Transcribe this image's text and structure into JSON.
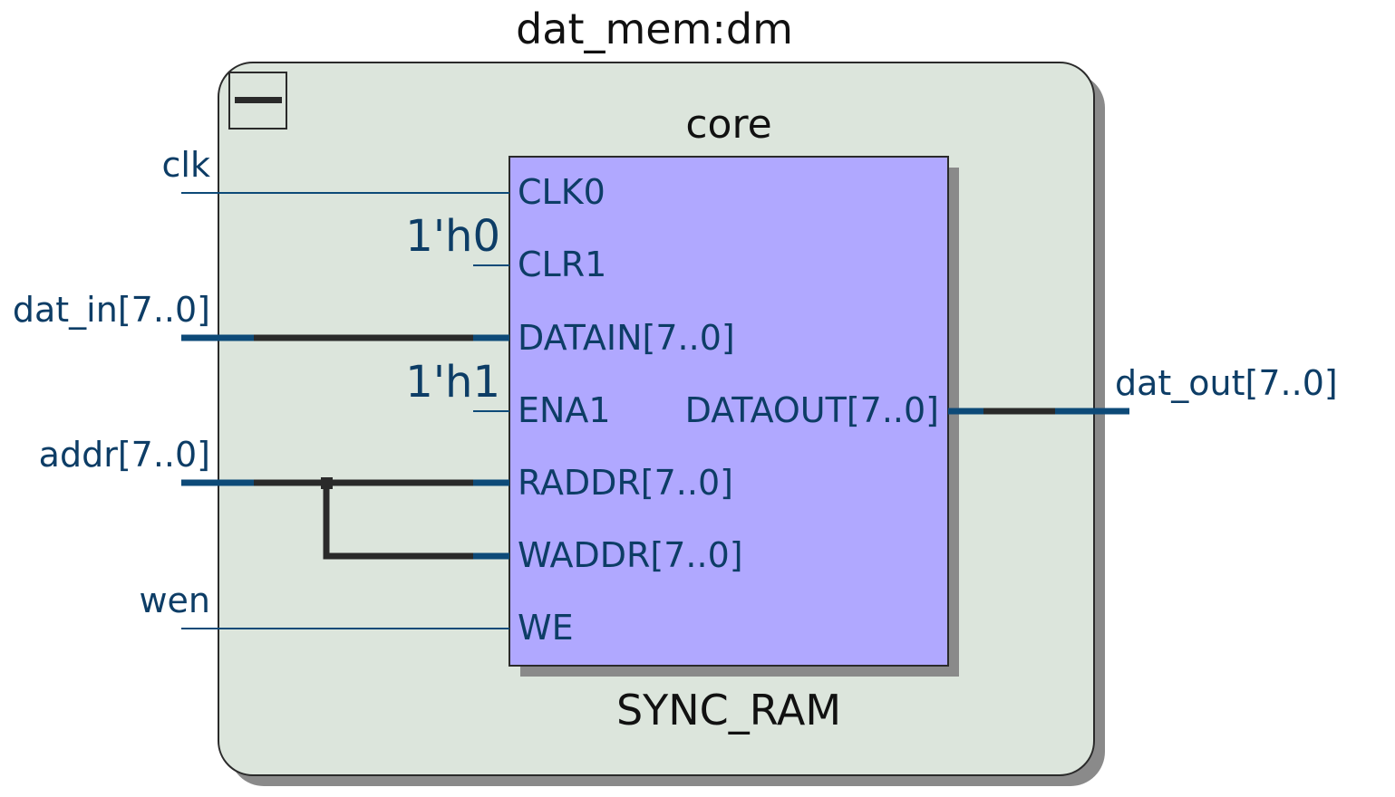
{
  "module_title": "dat_mem:dm",
  "collapse_symbol": "—",
  "instance_label": "core",
  "block_type": "SYNC_RAM",
  "inputs": [
    {
      "label": "clk",
      "bus": false
    },
    {
      "label": "dat_in[7..0]",
      "bus": true
    },
    {
      "label": "addr[7..0]",
      "bus": true
    },
    {
      "label": "wen",
      "bus": false
    }
  ],
  "constants": [
    "1'h0",
    "1'h1"
  ],
  "block_ports_left": [
    "CLK0",
    "CLR1",
    "DATAIN[7..0]",
    "ENA1",
    "RADDR[7..0]",
    "WADDR[7..0]",
    "WE"
  ],
  "block_ports_right": [
    "DATAOUT[7..0]"
  ],
  "outputs": [
    {
      "label": "dat_out[7..0]",
      "bus": true
    }
  ],
  "colors": {
    "module_fill": "#dce5dc",
    "block_fill": "#b0a8ff",
    "wire_dark": "#2a2a2a",
    "wire_port": "#0d4a78",
    "shadow": "#8a8a8a"
  }
}
